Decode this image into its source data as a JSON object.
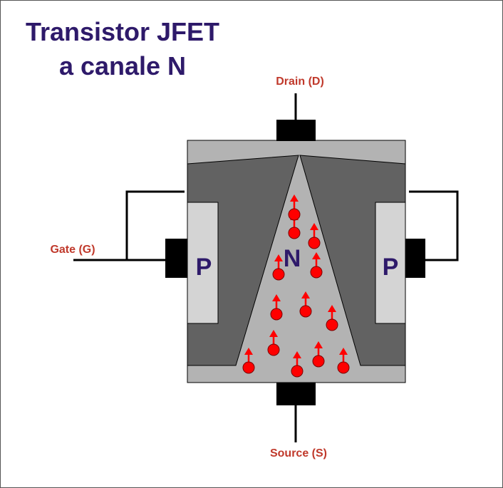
{
  "title": {
    "line1": "Transistor JFET",
    "line2": "a canale N"
  },
  "terminals": {
    "drain": "Drain (D)",
    "source": "Source (S)",
    "gate": "Gate (G)"
  },
  "regions": {
    "channel": "N",
    "gate_left": "P",
    "gate_right": "P"
  },
  "carriers": {
    "count": 13,
    "direction": "up"
  },
  "colors": {
    "title": "#2e1a6a",
    "terminal_label": "#c0392b",
    "region_label": "#2e1a6a",
    "carrier": "#ff0000",
    "body_light": "#b3b3b3",
    "body_dark": "#626262",
    "p_region": "#d4d4d4",
    "contact": "#000000"
  }
}
